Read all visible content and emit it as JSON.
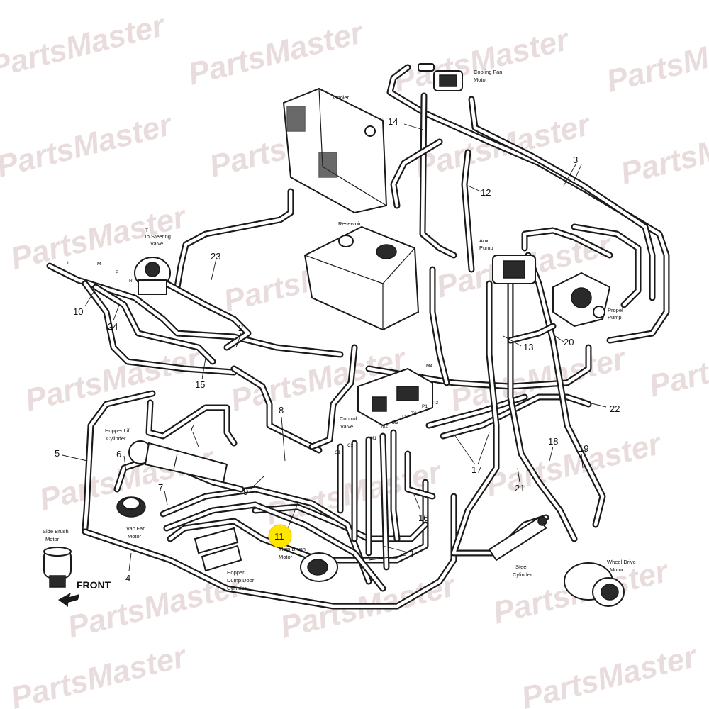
{
  "watermark": {
    "text": "PartsMaster",
    "color": "#e9dcdc"
  },
  "highlight": {
    "callout": "11",
    "color": "#ffe600"
  },
  "direction_label": "FRONT",
  "components": {
    "cooler": "Cooler",
    "cooling_fan_motor_1": "Cooling Fan",
    "cooling_fan_motor_2": "Motor",
    "reservoir": "Reservoir",
    "steering_valve_1": "To Steering",
    "steering_valve_2": "Valve",
    "aux_pump_1": "Aux",
    "aux_pump_2": "Pump",
    "propel_pump_1": "Propel",
    "propel_pump_2": "Pump",
    "control_valve_1": "Control",
    "control_valve_2": "Valve",
    "hopper_lift_cylinder_1": "Hopper Lift",
    "hopper_lift_cylinder_2": "Cylinder",
    "vac_fan_motor_1": "Vac Fan",
    "vac_fan_motor_2": "Motor",
    "side_brush_motor_1": "Side Brush",
    "side_brush_motor_2": "Motor",
    "main_brush_motor_1": "Main Brush",
    "main_brush_motor_2": "Motor",
    "hopper_dump_door_cylinder_1": "Hopper",
    "hopper_dump_door_cylinder_2": "Dump Door",
    "hopper_dump_door_cylinder_3": "Cylinder",
    "steer_cylinder_1": "Steer",
    "steer_cylinder_2": "Cylinder",
    "wheel_drive_motor_1": "Wheel Drive",
    "wheel_drive_motor_2": "Motor"
  },
  "port_labels": {
    "t": "T",
    "p": "P",
    "r": "R",
    "l": "L",
    "m": "M",
    "c1": "C1",
    "c2": "C2",
    "m1": "M1",
    "m2": "M2",
    "m3": "M3",
    "m4": "M4",
    "t1": "T1",
    "t2": "T2",
    "p1": "P1",
    "p2": "P2"
  },
  "callouts": {
    "c1": "1",
    "c2": "2",
    "c3": "3",
    "c4": "4",
    "c5": "5",
    "c6": "6",
    "c7a": "7",
    "c7b": "7",
    "c8": "8",
    "c9": "9",
    "c10": "10",
    "c11": "11",
    "c12": "12",
    "c13": "13",
    "c14": "14",
    "c15": "15",
    "c16": "16",
    "c17": "17",
    "c18": "18",
    "c19": "19",
    "c20": "20",
    "c21": "21",
    "c22": "22",
    "c23": "23",
    "c24": "24"
  }
}
